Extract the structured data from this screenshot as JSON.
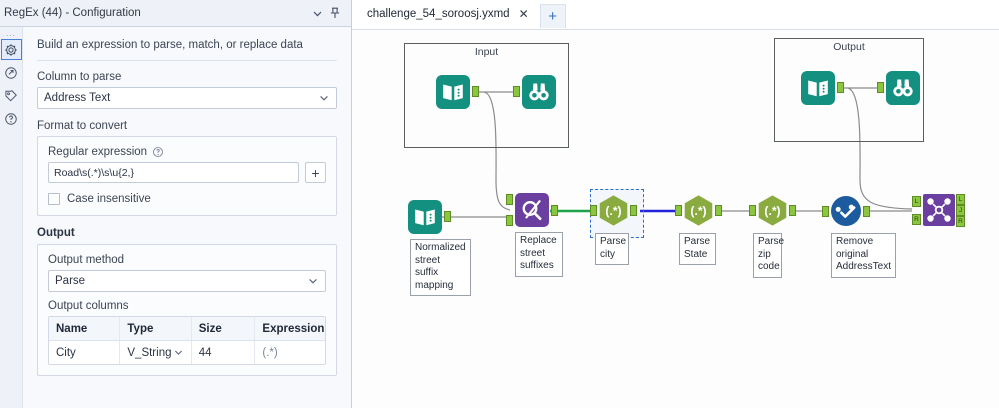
{
  "config_panel": {
    "titlebar": {
      "title": "RegEx (44) - Configuration",
      "collapse_icon": "chevron-down-icon",
      "pin_icon": "pin-icon"
    },
    "rail": {
      "overflow": "...",
      "items": [
        {
          "name": "configuration",
          "icon": "gear-icon",
          "active": true
        },
        {
          "name": "annotation",
          "icon": "circle-arrow-icon",
          "active": false
        },
        {
          "name": "labels",
          "icon": "tag-icon",
          "active": false
        },
        {
          "name": "help",
          "icon": "question-icon",
          "active": false
        }
      ]
    },
    "intro_text": "Build an expression to parse, match, or replace data",
    "column_to_parse": {
      "label": "Column to parse",
      "value": "Address Text"
    },
    "format_to_convert": {
      "label": "Format to convert",
      "regex_label": "Regular expression",
      "regex_help_icon": "question-circle-icon",
      "regex_value": "Road\\s(.*)\\s\\u{2,}",
      "add_button_label": "+",
      "case_insensitive_label": "Case insensitive",
      "case_insensitive_checked": false
    },
    "output": {
      "label": "Output",
      "method_label": "Output method",
      "method_value": "Parse",
      "columns_label": "Output columns",
      "table": {
        "headers": [
          "Name",
          "Type",
          "Size",
          "Expression"
        ],
        "rows": [
          {
            "name": "City",
            "type": "V_String",
            "size": "44",
            "expression": "(.*)"
          }
        ]
      }
    }
  },
  "canvas": {
    "tab": {
      "label": "challenge_54_soroosj.yxmd",
      "close_icon": "close-icon"
    },
    "new_tab_label": "+",
    "containers": [
      {
        "name": "input-container",
        "title": "Input"
      },
      {
        "name": "output-container",
        "title": "Output"
      }
    ],
    "tools": [
      {
        "name": "input-data-tool",
        "icon": "input-data-icon",
        "label": ""
      },
      {
        "name": "input-browse-tool",
        "icon": "browse-icon",
        "label": ""
      },
      {
        "name": "output-data-tool",
        "icon": "input-data-icon",
        "label": ""
      },
      {
        "name": "output-browse-tool",
        "icon": "browse-icon",
        "label": ""
      },
      {
        "name": "normalized-mapping-tool",
        "icon": "input-data-icon",
        "label": "Normalized\nstreet\nsuffix\nmapping"
      },
      {
        "name": "replace-street-suffixes-tool",
        "icon": "find-replace-icon",
        "label": "Replace\nstreet\nsuffixes"
      },
      {
        "name": "parse-city-tool",
        "icon": "regex-icon",
        "label": "Parse\ncity",
        "selected": true
      },
      {
        "name": "parse-state-tool",
        "icon": "regex-icon",
        "label": "Parse\nState"
      },
      {
        "name": "parse-zip-code-tool",
        "icon": "regex-icon",
        "label": "Parse\nzip\ncode"
      },
      {
        "name": "remove-original-addresstext-tool",
        "icon": "select-icon",
        "label": "Remove\noriginal\nAddressText"
      },
      {
        "name": "join-tool",
        "icon": "join-icon",
        "label": ""
      }
    ],
    "join_ports": {
      "inputs": [
        "L",
        "R"
      ],
      "outputs": [
        "L",
        "J",
        "R"
      ]
    }
  },
  "colors": {
    "teal": "#13907f",
    "purple": "#6b3fa0",
    "hex_green": "#8aab3f",
    "blue_circle": "#1c5c9e",
    "port_green": "#8bc63f",
    "wire_green": "#1fa34a",
    "wire_blue": "#2222d8",
    "wire_grey": "#8c8c8c",
    "selection_blue": "#2b6fd4"
  }
}
